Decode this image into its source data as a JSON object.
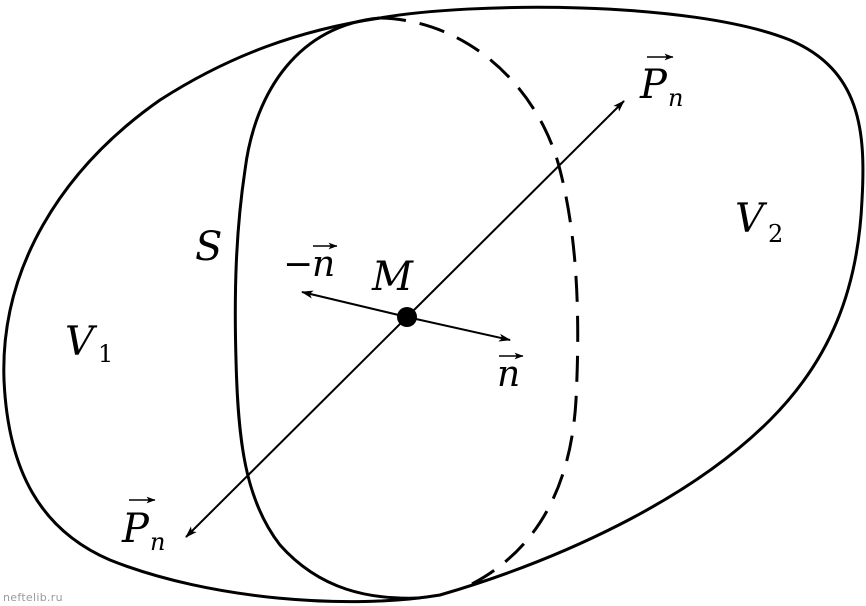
{
  "labels": {
    "surface": "S",
    "point": "M",
    "region1": {
      "letter": "V",
      "sub": "1"
    },
    "region2": {
      "letter": "V",
      "sub": "2"
    },
    "normal": "n",
    "neg_normal_sign": "−",
    "neg_normal": "n",
    "traction_top": {
      "letter": "P",
      "sub": "n"
    },
    "traction_bottom": {
      "letter": "P",
      "sub": "n"
    }
  },
  "watermark": "neftelib.ru",
  "colors": {
    "stroke": "#000000",
    "background": "#ffffff",
    "watermark": "#9a9a9a"
  },
  "icons": {
    "vector_arrow": "arrow-icon",
    "point_marker": "dot-icon"
  }
}
